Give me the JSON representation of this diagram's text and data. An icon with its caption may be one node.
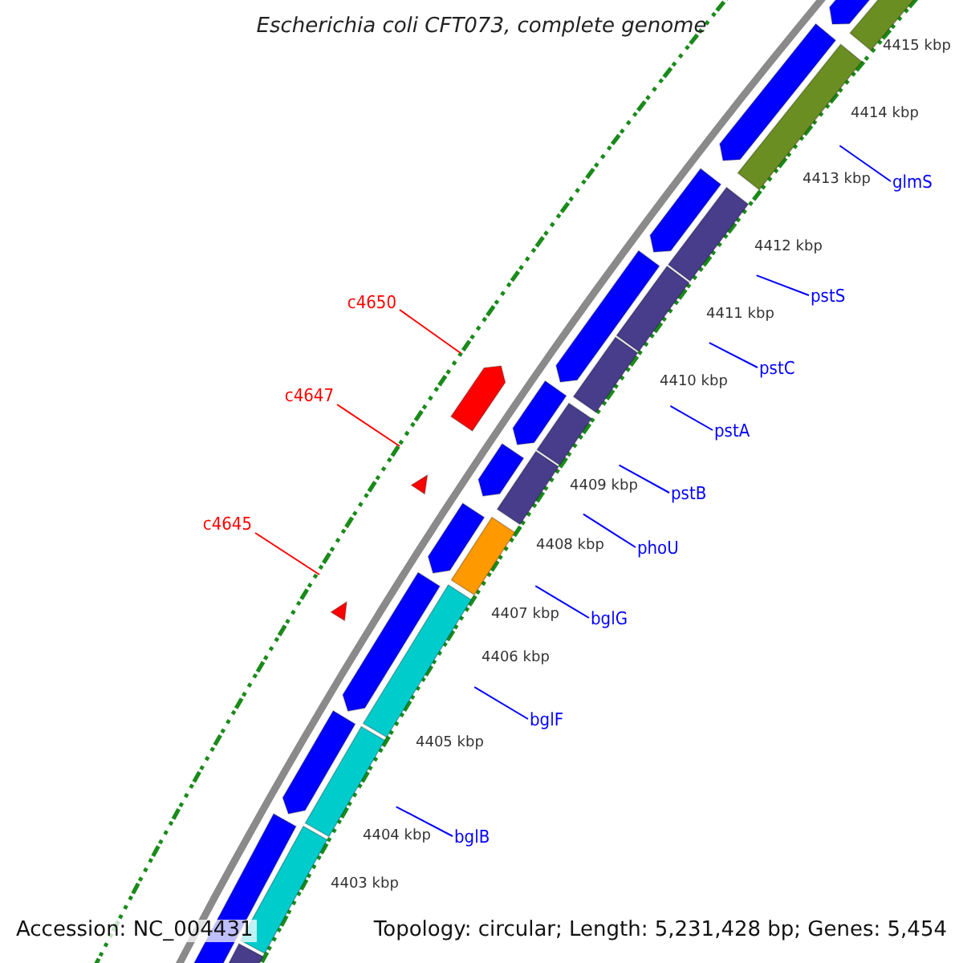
{
  "diagram": {
    "title": "Escherichia coli CFT073, complete genome",
    "nodes": [
      {
        "text": [
          "glmS"
        ]
      },
      {
        "text": [
          "pstS"
        ]
      },
      {
        "text": [
          "c4650"
        ]
      },
      {
        "text": [
          "pstC"
        ]
      },
      {
        "text": [
          "c4647"
        ]
      },
      {
        "text": [
          "pstA"
        ]
      },
      {
        "text": [
          "pstB"
        ]
      },
      {
        "text": [
          "c4645"
        ]
      },
      {
        "text": [
          "phoU"
        ]
      },
      {
        "text": [
          "bglG"
        ]
      },
      {
        "text": [
          "bglF"
        ]
      },
      {
        "text": [
          "bglB"
        ]
      }
    ],
    "edges": [
      {
        "from": 0,
        "to": null,
        "arrow": "none"
      },
      {
        "from": 1,
        "to": null,
        "arrow": "none"
      },
      {
        "from": 2,
        "to": null,
        "arrow": "none",
        "color": "#ff0000"
      },
      {
        "from": 3,
        "to": null,
        "arrow": "none"
      },
      {
        "from": 4,
        "to": null,
        "arrow": "none",
        "color": "#ff0000"
      },
      {
        "from": 5,
        "to": null,
        "arrow": "none"
      },
      {
        "from": 6,
        "to": null,
        "arrow": "none"
      },
      {
        "from": 7,
        "to": null,
        "arrow": "none",
        "color": "#ff0000"
      },
      {
        "from": 8,
        "to": null,
        "arrow": "none"
      },
      {
        "from": 9,
        "to": null,
        "arrow": "none"
      },
      {
        "from": 10,
        "to": null,
        "arrow": "none"
      },
      {
        "from": 11,
        "to": null,
        "arrow": "none"
      }
    ],
    "labels": [
      "4415 kbp",
      "4414 kbp",
      "4413 kbp",
      "4412 kbp",
      "4411 kbp",
      "4410 kbp",
      "4409 kbp",
      "4408 kbp",
      "4407 kbp",
      "4406 kbp",
      "4405 kbp",
      "4404 kbp",
      "4403 kbp",
      "Accession: NC_004431",
      "Topology: circular; Length: 5,231,428 bp; Genes: 5,454"
    ]
  }
}
